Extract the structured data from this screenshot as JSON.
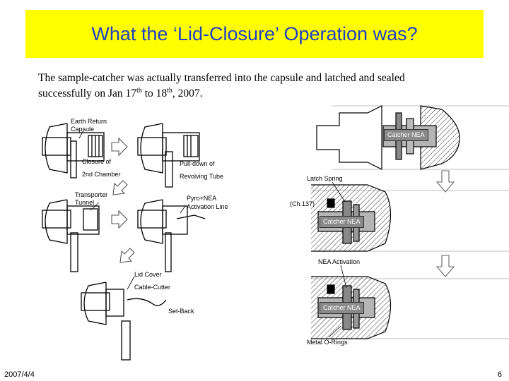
{
  "title": "What the ‘Lid-Closure’ Operation was?",
  "body": {
    "line1": "The sample-catcher was actually transferred into the capsule and latched and sealed",
    "line2_a": "successfully on Jan 17",
    "sup1": "th",
    "line2_b": " to 18",
    "sup2": "th",
    "line2_c": ", 2007."
  },
  "left_labels": {
    "earth_return": "Earth Return",
    "capsule": "Capsule",
    "closure_of": "Closure of",
    "second_chamber": "2nd Chamber",
    "pull_down_of": "Pull-down of",
    "revolving_tube": "Revolving Tube",
    "transporter": "Transporter",
    "tunnel": "Tunnel",
    "pyro_nea": "Pyro+NEA",
    "activation_line": "Activation Line",
    "lid_cover": "Lid Cover",
    "cable_cutter": "Cable-Cutter",
    "set_back": "Set-Back"
  },
  "right_labels": {
    "catcher_nea_1": "Catcher NEA",
    "latch_spring": "Latch Spring",
    "ch137": "(Ch.137)",
    "catcher_nea_2": "Catcher NEA",
    "nea_activation": "NEA Activation",
    "catcher_nea_3": "Catcher NEA",
    "metal_orings": "Metal O-Rings"
  },
  "footer": {
    "date": "2007/4/4",
    "page": "6"
  },
  "colors": {
    "title_band": "#ffff00",
    "title_text": "#1f3fc4"
  }
}
